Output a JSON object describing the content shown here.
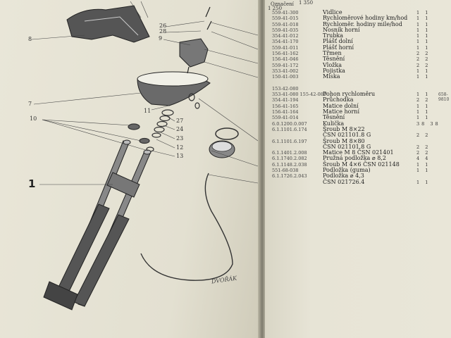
{
  "header": {
    "col_a": "1 250",
    "col_b": "1 350",
    "col_c": "Označení"
  },
  "figure": {
    "main_number": "1",
    "signature": "DVOŘÁK",
    "callouts": [
      "8",
      "26",
      "28",
      "9",
      "7",
      "11",
      "10",
      "27",
      "24",
      "23",
      "12",
      "13"
    ]
  },
  "rows": [
    {
      "code": "",
      "desc": "Vidlice",
      "qty": "1 1"
    },
    {
      "code": "559-41-300",
      "desc": "Rychloměrové hodiny km/hod",
      "qty": "1 1"
    },
    {
      "code": "559-41-015",
      "desc": "Rychloměr. hodiny mile/hod",
      "qty": "1 1"
    },
    {
      "code": "559-41-018",
      "desc": "Nosník horní",
      "qty": "1 1"
    },
    {
      "code": "559-41-035",
      "desc": "Trubka",
      "qty": "1 1"
    },
    {
      "code": "354-41-012",
      "desc": "Plášť dolní",
      "qty": "1 1"
    },
    {
      "code": "354-41-170",
      "desc": "Plášť horní",
      "qty": "1 1"
    },
    {
      "code": "559-41-011",
      "desc": "Třmen",
      "qty": "2 2"
    },
    {
      "code": "156-41-162",
      "desc": "Těsnění",
      "qty": "2 2"
    },
    {
      "code": "156-41-046",
      "desc": "Vložka",
      "qty": "2 2"
    },
    {
      "code": "559-41-172",
      "desc": "Pojistka",
      "qty": "1 1"
    },
    {
      "code": "353-41-002",
      "desc": "Miska",
      "qty": "1 1"
    },
    {
      "code": "150-41-003",
      "desc": "",
      "qty": ""
    },
    {
      "code": "",
      "desc": "",
      "qty": ""
    },
    {
      "code": "153-42-080",
      "desc": "Pohon rychloměru",
      "qty": "1 1"
    },
    {
      "code": "353-41-080 155-42-080",
      "desc": "Průchodka",
      "qty": "2 2"
    },
    {
      "code": "354-41-194",
      "desc": "Matice dolní",
      "qty": "1 1"
    },
    {
      "code": "156-41-165",
      "desc": "Matice horní",
      "qty": "1 1"
    },
    {
      "code": "156-41-164",
      "desc": "Těsnění",
      "qty": "1 1"
    },
    {
      "code": "559-41-014",
      "desc": "Kulička",
      "qty": "38 38"
    },
    {
      "code": "6.0.1200.0.007",
      "desc": "Šroub M 8×22",
      "qty": ""
    },
    {
      "code": "6.1.1101.6.174",
      "desc": "ČSN 021101.8 G",
      "qty": "2 2"
    },
    {
      "code": "",
      "desc": "Šroub M 8×80",
      "qty": ""
    },
    {
      "code": "6.1.1101.6.197",
      "desc": "ČSN 021101.8 G",
      "qty": "2 2"
    },
    {
      "code": "",
      "desc": "Matice M 8 ČSN 021401",
      "qty": "2 2"
    },
    {
      "code": "6.1.1401.2.008",
      "desc": "Pružná podložka ⌀ 8,2",
      "qty": "4 4"
    },
    {
      "code": "6.1.1740.2.082",
      "desc": "Šroub M 4×6 ČSN 021148",
      "qty": "1 1"
    },
    {
      "code": "6.1.1148.2.038",
      "desc": "Podložka (guma)",
      "qty": "1 1"
    },
    {
      "code": "551-68-038",
      "desc": "Podložka ⌀ 4,3",
      "qty": ""
    },
    {
      "code": "6.1.1726.2.043",
      "desc": "ČSN 021726.4",
      "qty": "1 1"
    }
  ],
  "extra": "658-9810"
}
